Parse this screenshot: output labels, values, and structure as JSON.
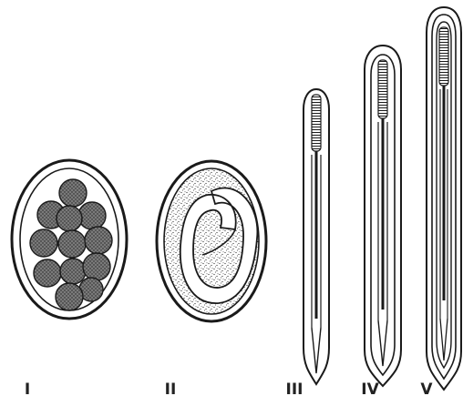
{
  "figure": {
    "stages": [
      {
        "label": "I",
        "kind": "egg-morula"
      },
      {
        "label": "II",
        "kind": "egg-coiled-larva"
      },
      {
        "label": "III",
        "kind": "larva-one-sheath"
      },
      {
        "label": "IV",
        "kind": "larva-two-sheaths"
      },
      {
        "label": "V",
        "kind": "larva-three-sheaths"
      }
    ],
    "colors": {
      "ink": "#1a1a1a",
      "stipple": "#2a2a2a",
      "paper": "#ffffff",
      "cell_fill": "#6f6f6f"
    }
  }
}
